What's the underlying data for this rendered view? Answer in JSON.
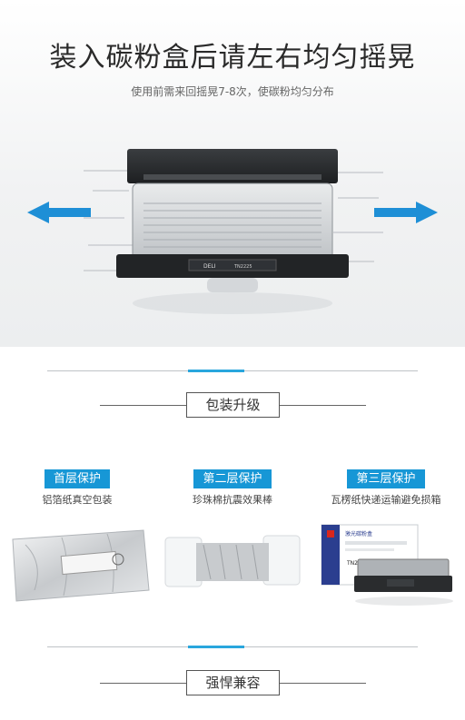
{
  "hero": {
    "title": "装入碳粉盒后请左右均匀摇晃",
    "subtitle": "使用前需来回摇晃7-8次，使碳粉均匀分布"
  },
  "cartridge": {
    "brand_label": "DELI",
    "model_label": "TN2225"
  },
  "section1": {
    "label": "包装升级"
  },
  "layers": [
    {
      "badge": "首层保护",
      "desc": "铝箔纸真空包装"
    },
    {
      "badge": "第二层保护",
      "desc": "珍珠棉抗震效果棒"
    },
    {
      "badge": "第三层保护",
      "desc": "瓦楞纸快递运输避免损箱"
    }
  ],
  "box": {
    "title": "激光碳粉盒",
    "model": "TN2225"
  },
  "section2": {
    "label": "强悍兼容"
  },
  "colors": {
    "accent": "#29a6dd",
    "badge": "#1797d6"
  }
}
